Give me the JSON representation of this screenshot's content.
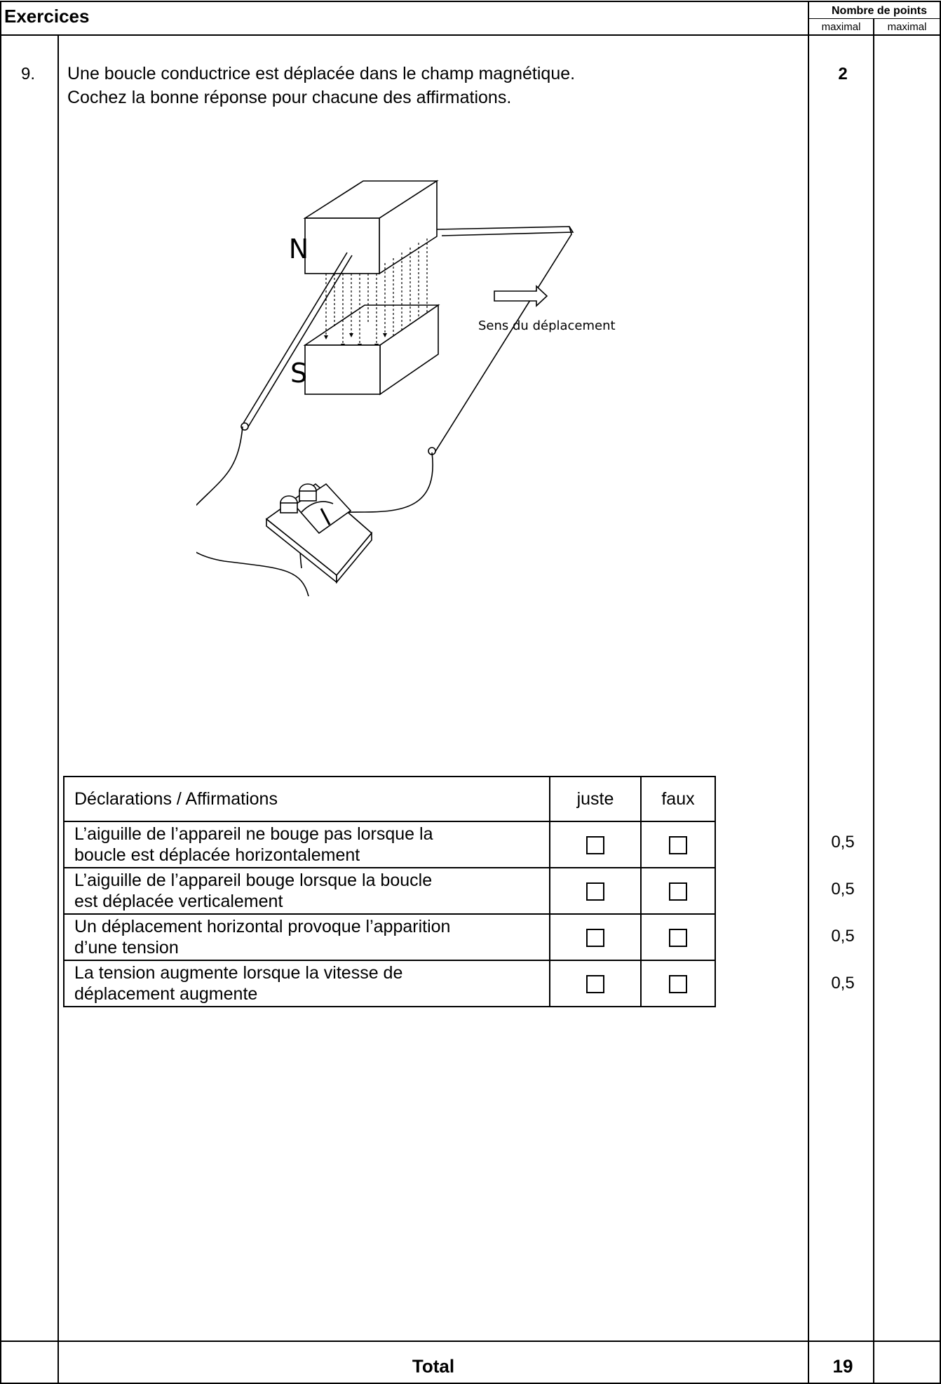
{
  "header": {
    "section_title": "Exercices",
    "points_heading": "Nombre de points",
    "col1_label": "maximal",
    "col2_label": "maximal"
  },
  "question": {
    "number": "9.",
    "line1": "Une boucle conductrice est déplacée dans le champ magnétique.",
    "line2": "Cochez la bonne réponse pour chacune des affirmations.",
    "points": "2"
  },
  "figure": {
    "north_label": "N",
    "south_label": "S",
    "direction_label": "Sens du déplacement"
  },
  "table": {
    "col_statement": "Déclarations / Affirmations",
    "col_true": "juste",
    "col_false": "faux",
    "rows": [
      {
        "line1": "L’aiguille de l’appareil ne bouge pas lorsque la",
        "line2": "boucle est déplacée horizontalement",
        "points": "0,5"
      },
      {
        "line1": "L’aiguille de l’appareil bouge lorsque la boucle",
        "line2": "est déplacée verticalement",
        "points": "0,5"
      },
      {
        "line1": "Un déplacement horizontal provoque l’apparition",
        "line2": "d’une tension",
        "points": "0,5"
      },
      {
        "line1": "La tension augmente lorsque la vitesse de",
        "line2": "déplacement augmente",
        "points": "0,5"
      }
    ]
  },
  "footer": {
    "total_label": "Total",
    "total_points": "19"
  }
}
